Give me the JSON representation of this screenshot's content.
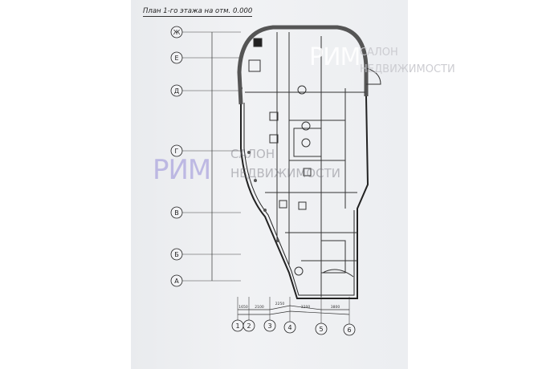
{
  "document": {
    "title": "План 1-го этажа на отм. 0.000",
    "row_axes": [
      "Ж",
      "Е",
      "Д",
      "Г",
      "В",
      "Б",
      "А"
    ],
    "column_axes": [
      "1",
      "2",
      "3",
      "4",
      "5",
      "6"
    ],
    "column_dimensions": [
      "1650",
      "2100",
      "2250",
      "3200",
      "3800"
    ]
  },
  "watermarks": {
    "top": {
      "logo": "РИМ",
      "line1": "САЛОН",
      "line2": "НЕДВИЖИМОСТИ"
    },
    "middle": {
      "logo": "РИМ",
      "line1": "САЛОН",
      "line2": "НЕДВИЖИМОСТИ"
    }
  },
  "colors": {
    "paper": "#eceef1",
    "ink": "#222222",
    "watermark_logo": "#968cd7"
  }
}
